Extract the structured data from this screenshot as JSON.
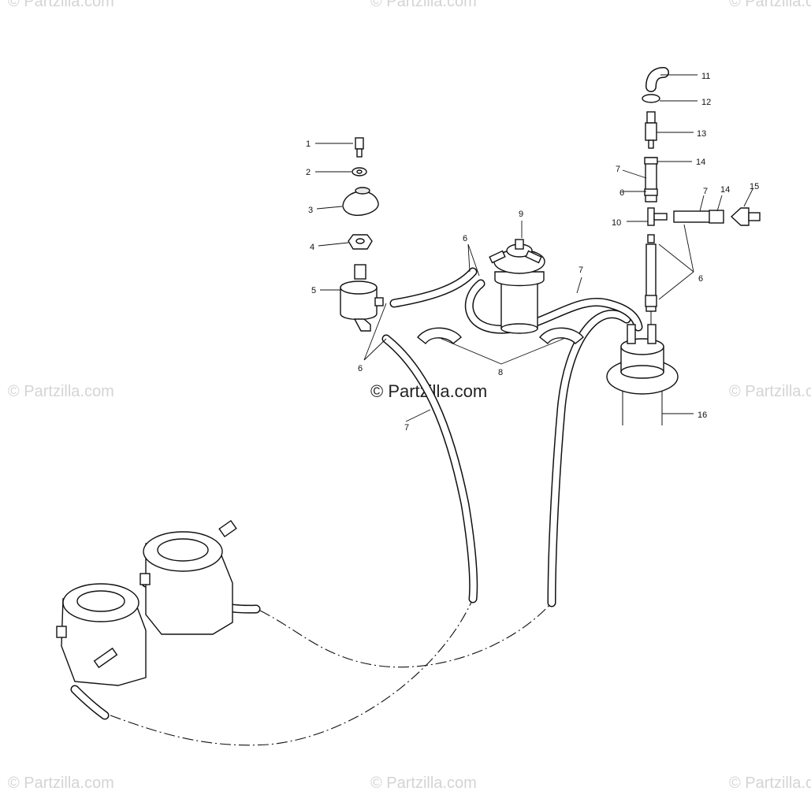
{
  "watermark": {
    "main": "© Partzilla.com",
    "repeat": "© Partzilla.com"
  },
  "callouts": {
    "c1": "1",
    "c2": "2",
    "c3": "3",
    "c4": "4",
    "c5": "5",
    "c6a": "6",
    "c6b": "6",
    "c6c": "6",
    "c6d": "6",
    "c7a": "7",
    "c7b": "7",
    "c7c": "7",
    "c7d": "7",
    "c8": "8",
    "c9": "9",
    "c10": "10",
    "c11": "11",
    "c12": "12",
    "c13": "13",
    "c14a": "14",
    "c14b": "14",
    "c15": "15",
    "c16": "16"
  },
  "colors": {
    "line": "#111111",
    "watermark": "#d4d4d4",
    "background": "#ffffff"
  }
}
